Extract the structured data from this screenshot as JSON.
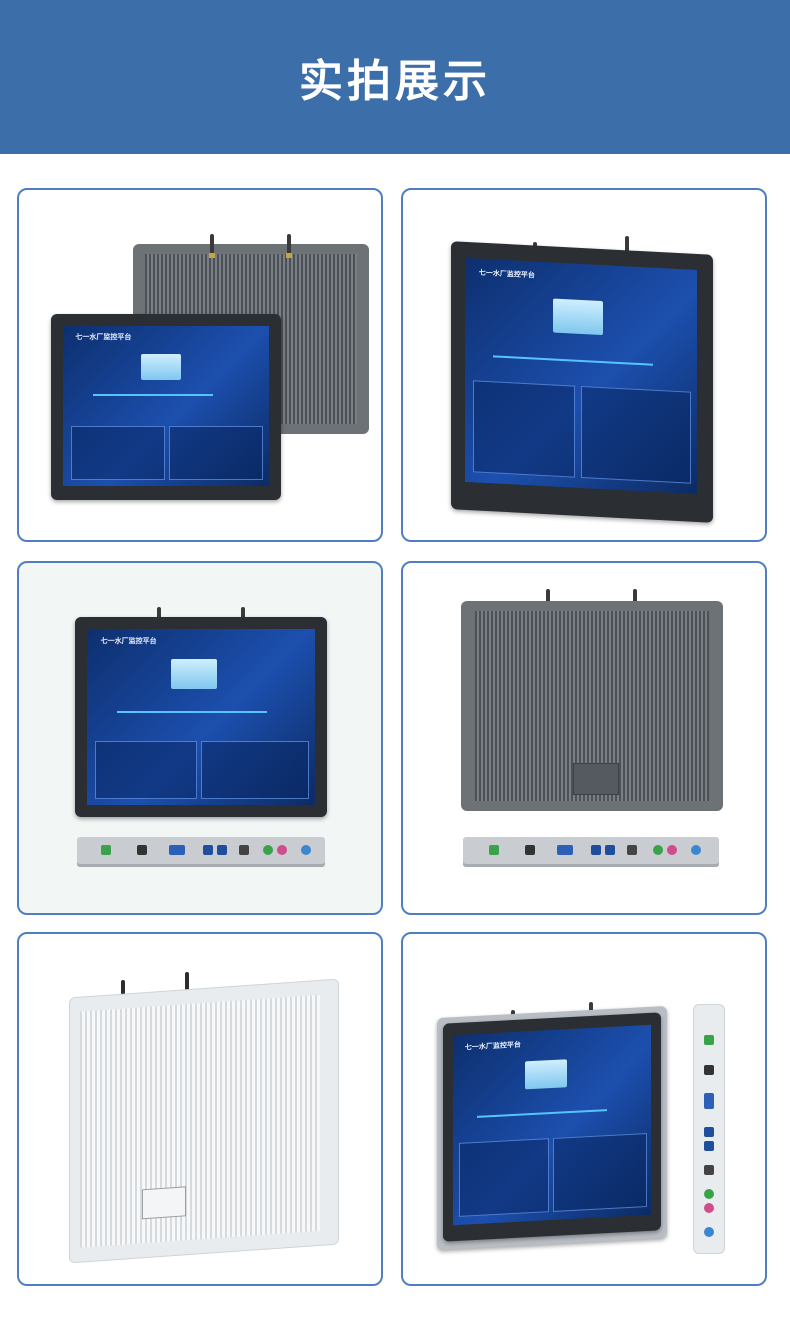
{
  "header": {
    "title": "实拍展示",
    "background": "#3c6ea9"
  },
  "screen": {
    "title": "七一水厂监控平台"
  },
  "colors": {
    "tile_border": "#4f7fc0",
    "screen_blue": "#1c4fae"
  },
  "gallery": {
    "items": [
      {
        "view": "front-and-back-pair"
      },
      {
        "view": "front-angled"
      },
      {
        "view": "front-with-io-strip"
      },
      {
        "view": "back-with-io-strip"
      },
      {
        "view": "back-silver-angled"
      },
      {
        "view": "front-silver-with-side-io"
      }
    ]
  }
}
